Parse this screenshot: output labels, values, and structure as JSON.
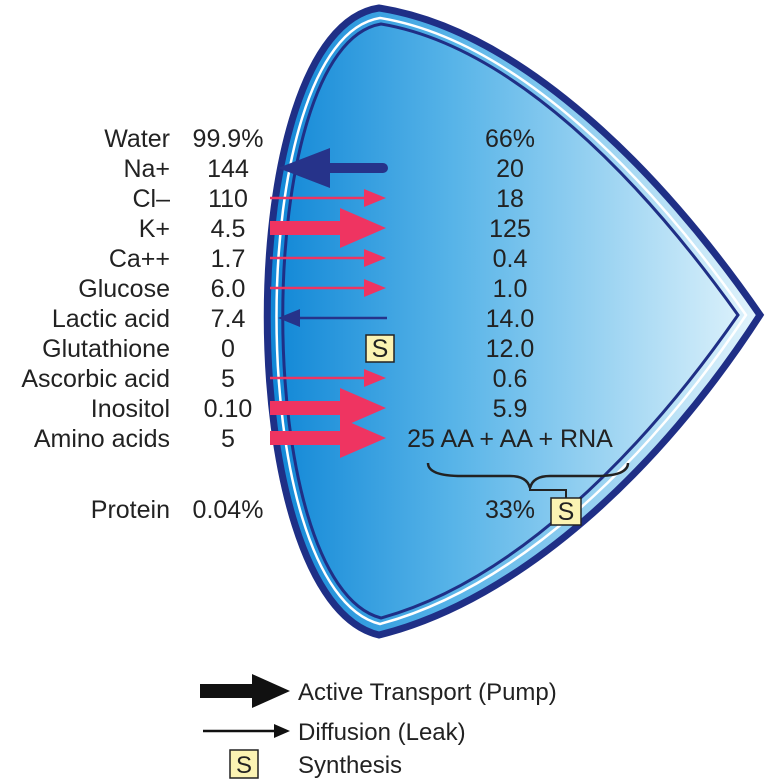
{
  "colors": {
    "membrane": "#1f2f86",
    "lens_fill_start": "#0f86d6",
    "lens_fill_end": "#e2f4fc",
    "pump_arrow": "#ef3461",
    "leak_arrow": "#ef3461",
    "efflux_arrow": "#26338a",
    "synthesis_box": "#fbf3b3",
    "text": "#222222"
  },
  "rows": [
    {
      "label": "Water",
      "outside": "99.9%",
      "inside": "66%",
      "transport": "none"
    },
    {
      "label": "Na+",
      "outside": "144",
      "inside": "20",
      "transport": "pump-out"
    },
    {
      "label": "Cl–",
      "outside": "110",
      "inside": "18",
      "transport": "diffusion-in"
    },
    {
      "label": "K+",
      "outside": "4.5",
      "inside": "125",
      "transport": "pump-in"
    },
    {
      "label": "Ca++",
      "outside": "1.7",
      "inside": "0.4",
      "transport": "diffusion-in"
    },
    {
      "label": "Glucose",
      "outside": "6.0",
      "inside": "1.0",
      "transport": "diffusion-in"
    },
    {
      "label": "Lactic acid",
      "outside": "7.4",
      "inside": "14.0",
      "transport": "diffusion-out"
    },
    {
      "label": "Glutathione",
      "outside": "0",
      "inside": "12.0",
      "transport": "synthesis"
    },
    {
      "label": "Ascorbic acid",
      "outside": "5",
      "inside": "0.6",
      "transport": "diffusion-in"
    },
    {
      "label": "Inositol",
      "outside": "0.10",
      "inside": "5.9",
      "transport": "pump-in"
    },
    {
      "label": "Amino acids",
      "outside": "5",
      "inside": "25 AA + AA + RNA",
      "transport": "pump-in"
    }
  ],
  "protein": {
    "label": "Protein",
    "outside": "0.04%",
    "inside": "33%",
    "transport": "synthesis"
  },
  "synthesis_symbol": "S",
  "legend": [
    {
      "kind": "pump",
      "label": "Active Transport (Pump)"
    },
    {
      "kind": "diffusion",
      "label": "Diffusion (Leak)"
    },
    {
      "kind": "synthesis",
      "label": "Synthesis"
    }
  ]
}
